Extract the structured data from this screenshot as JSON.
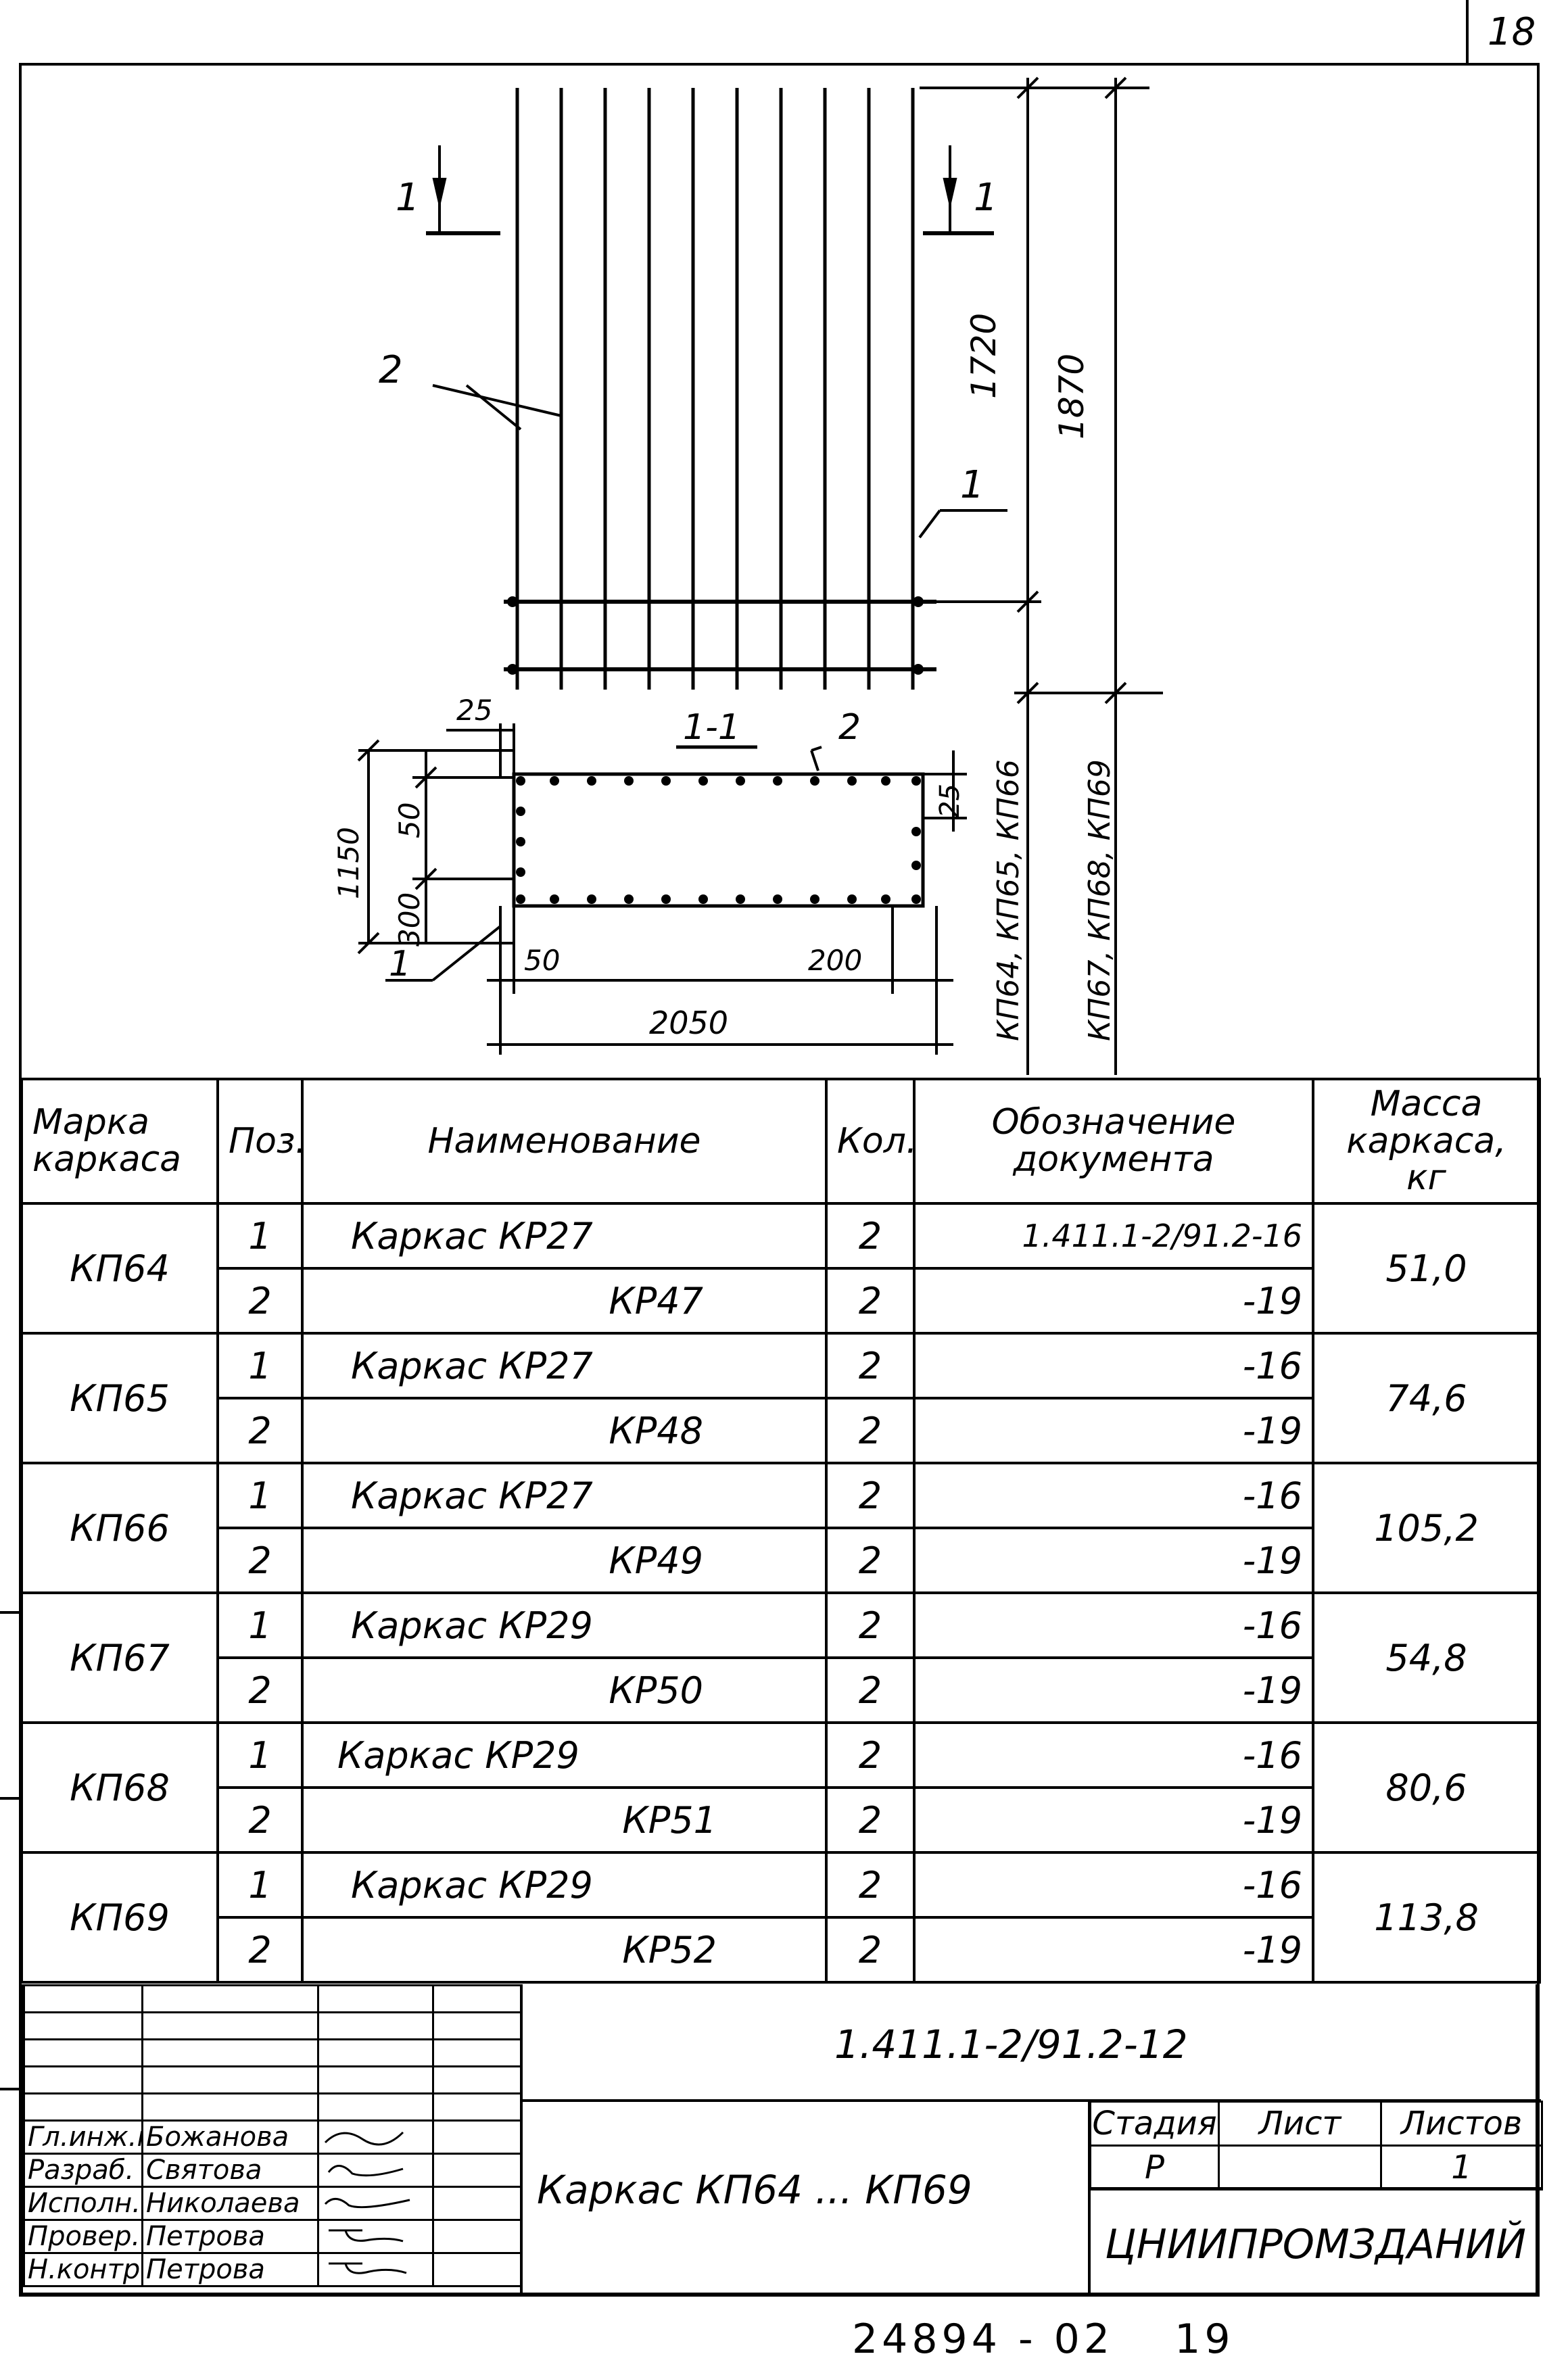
{
  "sheet": {
    "number": "18",
    "footer_code": "24894 - 02",
    "footer_page": "19"
  },
  "drawing": {
    "section_marker": "1",
    "section_title": "1-1",
    "position_labels": [
      "2",
      "1",
      "2",
      "1"
    ],
    "dimensions": {
      "height_1720": "1720",
      "height_1870": "1870",
      "d25_top": "25",
      "d50_left": "50",
      "d300_left": "300",
      "d1150": "1150",
      "d25_right": "25",
      "d50_bottom": "50",
      "d200_bottom": "200",
      "d2050": "2050"
    },
    "type_labels": [
      "КП64, КП65, КП66",
      "КП67, КП68, КП69"
    ]
  },
  "spec_table": {
    "headers": {
      "mark": "Марка каркаса",
      "pos": "Поз.",
      "name": "Наименование",
      "qty": "Кол.",
      "doc": "Обозначение документа",
      "mass": "Масса каркаса, кг"
    },
    "groups": [
      {
        "mark": "КП64",
        "mass": "51,0",
        "rows": [
          {
            "pos": "1",
            "name": "Каркас КР27",
            "qty": "2",
            "doc": "1.411.1-2/91.2-16"
          },
          {
            "pos": "2",
            "name": "КР47",
            "qty": "2",
            "doc": "-19"
          }
        ]
      },
      {
        "mark": "КП65",
        "mass": "74,6",
        "rows": [
          {
            "pos": "1",
            "name": "Каркас КР27",
            "qty": "2",
            "doc": "-16"
          },
          {
            "pos": "2",
            "name": "КР48",
            "qty": "2",
            "doc": "-19"
          }
        ]
      },
      {
        "mark": "КП66",
        "mass": "105,2",
        "rows": [
          {
            "pos": "1",
            "name": "Каркас КР27",
            "qty": "2",
            "doc": "-16"
          },
          {
            "pos": "2",
            "name": "КР49",
            "qty": "2",
            "doc": "-19"
          }
        ]
      },
      {
        "mark": "КП67",
        "mass": "54,8",
        "rows": [
          {
            "pos": "1",
            "name": "Каркас КР29",
            "qty": "2",
            "doc": "-16"
          },
          {
            "pos": "2",
            "name": "КР50",
            "qty": "2",
            "doc": "-19"
          }
        ]
      },
      {
        "mark": "КП68",
        "mass": "80,6",
        "rows": [
          {
            "pos": "1",
            "name": "Каркас КР29",
            "qty": "2",
            "doc": "-16"
          },
          {
            "pos": "2",
            "name": "КР51",
            "qty": "2",
            "doc": "-19"
          }
        ]
      },
      {
        "mark": "КП69",
        "mass": "113,8",
        "rows": [
          {
            "pos": "1",
            "name": "Каркас КР29",
            "qty": "2",
            "doc": "-16"
          },
          {
            "pos": "2",
            "name": "КР52",
            "qty": "2",
            "doc": "-19"
          }
        ]
      }
    ]
  },
  "title_block": {
    "doc_code": "1.411.1-2/91.2-12",
    "title": "Каркас КП64 ... КП69",
    "org": "ЦНИИПРОМЗДАНИЙ",
    "stage_header": "Стадия",
    "sheet_header": "Лист",
    "sheets_header": "Листов",
    "stage": "Р",
    "sheet": "",
    "sheets": "1",
    "signatures": [
      {
        "role": "Гл.инж.пр.",
        "name": "Божанова"
      },
      {
        "role": "Разраб.",
        "name": "Святова"
      },
      {
        "role": "Исполн.",
        "name": "Николаева"
      },
      {
        "role": "Провер.",
        "name": "Петрова"
      },
      {
        "role": "Н.контр.",
        "name": "Петрова"
      }
    ]
  }
}
